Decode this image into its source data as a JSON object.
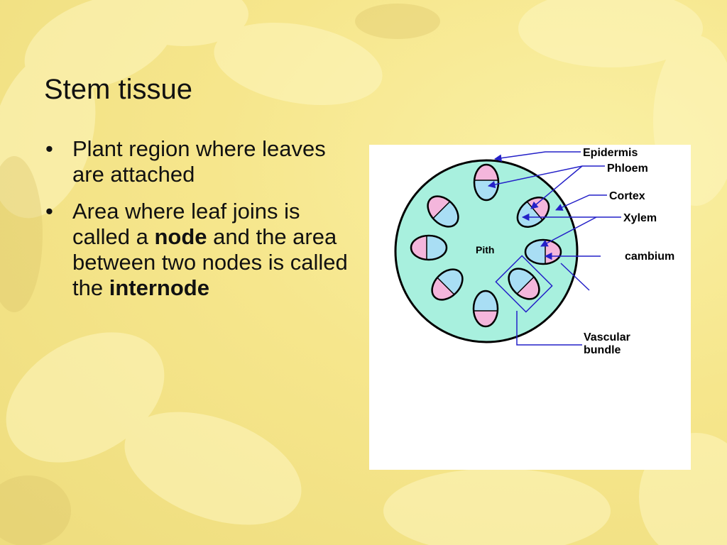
{
  "slide": {
    "title": "Stem tissue",
    "bullets": [
      {
        "parts": [
          {
            "text": "Plant region where leaves are attached",
            "bold": false
          }
        ]
      },
      {
        "parts": [
          {
            "text": "Area where leaf joins is called a ",
            "bold": false
          },
          {
            "text": "node",
            "bold": true
          },
          {
            "text": " and the area between two nodes is called the ",
            "bold": false
          },
          {
            "text": "internode",
            "bold": true
          }
        ]
      }
    ]
  },
  "diagram": {
    "labels": {
      "epidermis": "Epidermis",
      "phloem": "Phloem",
      "cortex": "Cortex",
      "xylem": "Xylem",
      "cambium": "cambium",
      "vascular_line1": "Vascular",
      "vascular_line2": "bundle",
      "pith": "Pith"
    },
    "colors": {
      "cortex": "#a8f0de",
      "phloem": "#f4b6dc",
      "xylem": "#a9def4",
      "arrow": "#2420c8",
      "outline": "#000000"
    }
  }
}
